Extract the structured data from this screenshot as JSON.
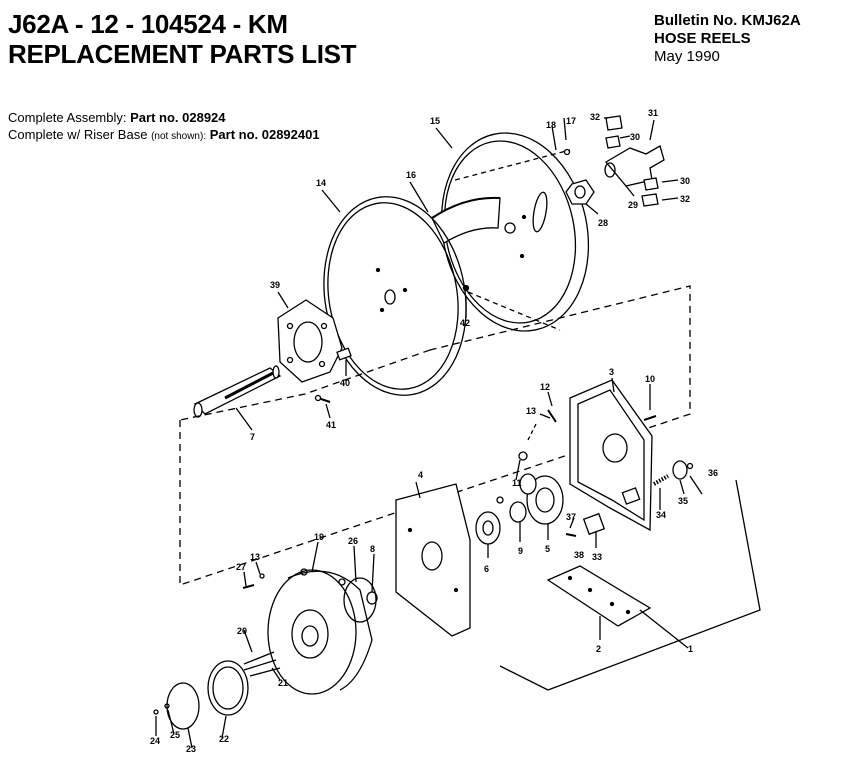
{
  "header": {
    "title_line1": "J62A - 12 - 104524 - KM",
    "title_line2": "REPLACEMENT PARTS LIST",
    "bulletin": "Bulletin No. KMJ62A",
    "product": "HOSE REELS",
    "date": "May 1990"
  },
  "assembly": {
    "complete_label": "Complete Assembly:",
    "complete_part": "Part no. 028924",
    "riser_label": "Complete w/ Riser Base",
    "riser_note": "(not shown):",
    "riser_part": "Part no. 02892401"
  },
  "callouts": [
    "1",
    "2",
    "3",
    "4",
    "5",
    "6",
    "7",
    "8",
    "9",
    "10",
    "11",
    "12",
    "13",
    "13",
    "14",
    "15",
    "16",
    "17",
    "18",
    "19",
    "20",
    "21",
    "22",
    "23",
    "24",
    "25",
    "26",
    "27",
    "28",
    "29",
    "30",
    "30",
    "31",
    "32",
    "32",
    "33",
    "34",
    "35",
    "36",
    "37",
    "38",
    "39",
    "40",
    "41",
    "42"
  ]
}
